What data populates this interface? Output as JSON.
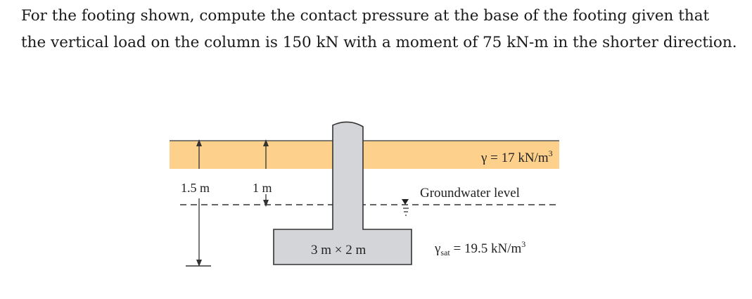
{
  "problem": {
    "text": "For the footing shown, compute the contact pressure at the base of the footing given that the vertical load on the column is 150 kN with a moment of 75 kN-m in the shorter direction."
  },
  "figure": {
    "dim_left": "1.5 m",
    "dim_right": "1 m",
    "footing_size": "3 m × 2 m",
    "gamma_label": "γ = 17 kN/m",
    "gamma_exp": "3",
    "gwl_label": "Groundwater level",
    "gamma_sat_symbol": "γ",
    "gamma_sat_sub": "sat",
    "gamma_sat_value": " = 19.5 kN/m",
    "gamma_sat_exp": "3"
  },
  "colors": {
    "soil_band": "#fdd08c",
    "concrete": "#d3d5d8",
    "line": "#333333"
  }
}
